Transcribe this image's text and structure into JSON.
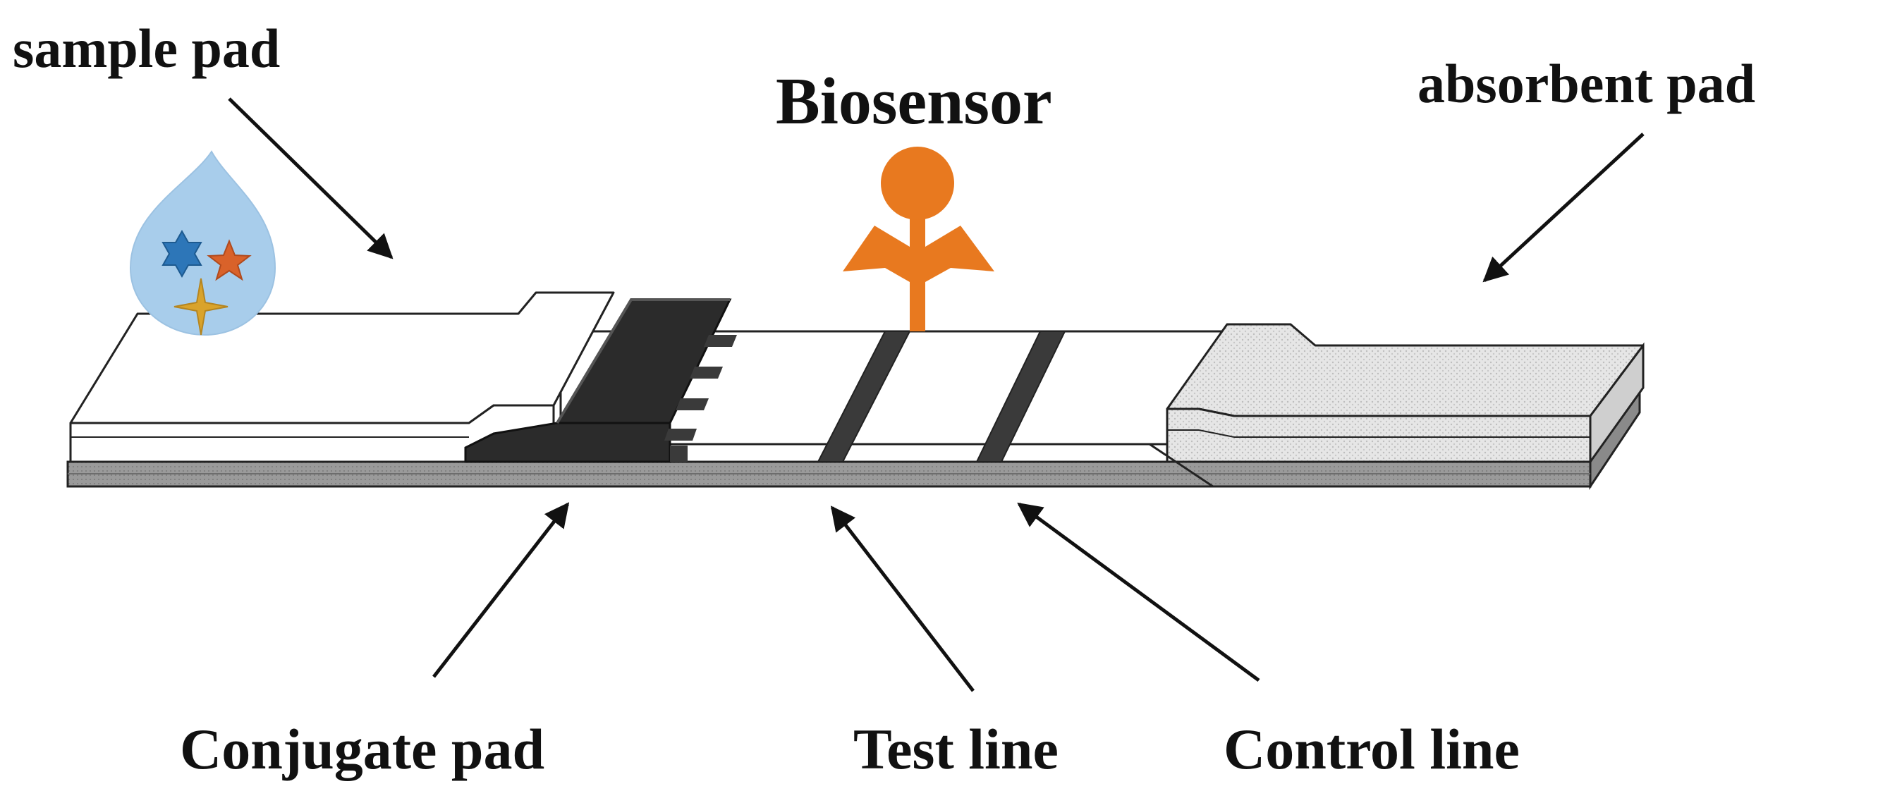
{
  "labels": {
    "sample_pad": "sample pad",
    "biosensor": "Biosensor",
    "absorbent_pad": "absorbent pad",
    "conjugate_pad": "Conjugate pad",
    "test_line": "Test line",
    "control_line": "Control line"
  },
  "colors": {
    "biosensor": "#E8791F",
    "droplet": "#A8CDEB",
    "star_blue": "#2D76B8",
    "star_orange": "#D9622A",
    "star_gold": "#D9A32B",
    "conjugate_pad": "#2B2B2B",
    "absorbent_pad": "#E4E4E4",
    "backing": "#8C8C8C",
    "lines": "#3A3A3A"
  },
  "icons": {
    "droplet": "droplet-icon",
    "biosensor": "biosensor-icon"
  }
}
